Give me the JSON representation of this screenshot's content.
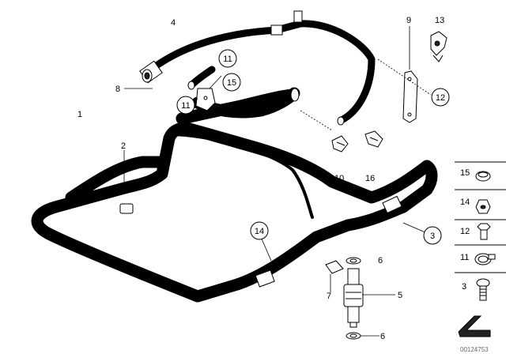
{
  "labels": {
    "l1": "1",
    "l2": "2",
    "l3": "3",
    "l4": "4",
    "l5": "5",
    "l6a": "6",
    "l6b": "6",
    "l7": "7",
    "l8": "8",
    "l9": "9",
    "l10": "10",
    "l11a": "11",
    "l11b": "11",
    "l12": "12",
    "l13": "13",
    "l14": "14",
    "l15": "15",
    "l16": "16"
  },
  "legend": {
    "items": [
      "15",
      "14",
      "12",
      "11",
      "3"
    ]
  },
  "image_id": "00124753"
}
